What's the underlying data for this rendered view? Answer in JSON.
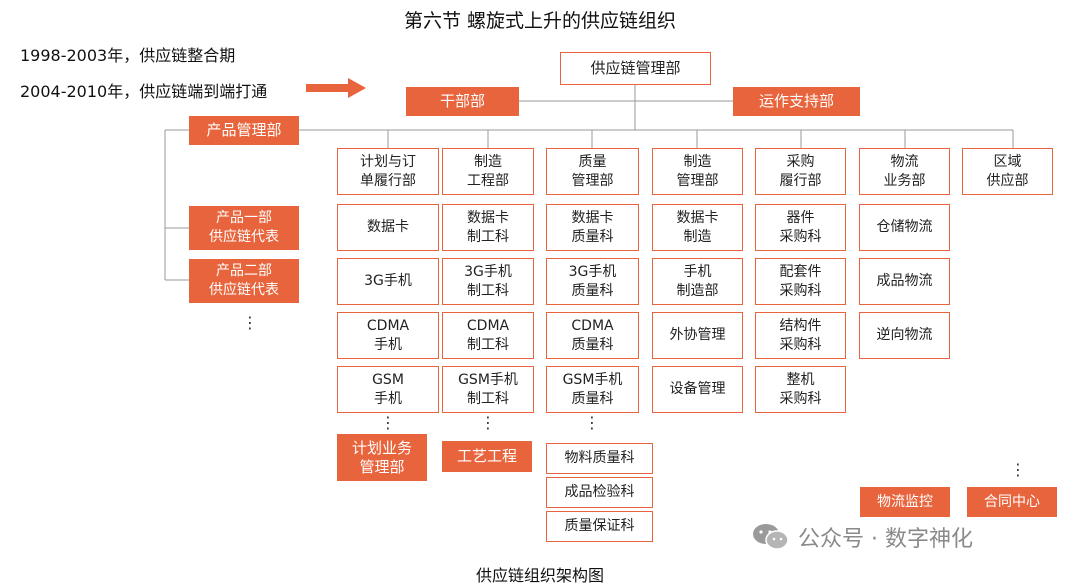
{
  "title": "第六节 螺旋式上升的供应链组织",
  "periods": [
    "1998-2003年，供应链整合期",
    "2004-2010年，供应链端到端打通"
  ],
  "top": "供应链管理部",
  "gan": "干部部",
  "yunzuo": "运作支持部",
  "product_mgmt": "产品管理部",
  "product_reps": [
    "产品一部\n供应链代表",
    "产品二部\n供应链代表"
  ],
  "ellipsis": "⋮",
  "departments": [
    {
      "name": "计划与订\n单履行部",
      "items": [
        "数据卡",
        "3G手机",
        "CDMA\n手机",
        "GSM\n手机"
      ],
      "extra": [
        "计划业务\n管理部"
      ]
    },
    {
      "name": "制造\n工程部",
      "items": [
        "数据卡\n制工科",
        "3G手机\n制工科",
        "CDMA\n制工科",
        "GSM手机\n制工科"
      ],
      "extra": [
        "工艺工程"
      ]
    },
    {
      "name": "质量\n管理部",
      "items": [
        "数据卡\n质量科",
        "3G手机\n质量科",
        "CDMA\n质量科",
        "GSM手机\n质量科"
      ],
      "extra": [
        "物料质量科",
        "成品检验科",
        "质量保证科"
      ]
    },
    {
      "name": "制造\n管理部",
      "items": [
        "数据卡\n制造",
        "手机\n制造部",
        "外协管理",
        "设备管理"
      ]
    },
    {
      "name": "采购\n履行部",
      "items": [
        "器件\n采购科",
        "配套件\n采购科",
        "结构件\n采购科",
        "整机\n采购科"
      ]
    },
    {
      "name": "物流\n业务部",
      "items": [
        "仓储物流",
        "成品物流",
        "逆向物流"
      ]
    },
    {
      "name": "区域\n供应部",
      "items": []
    }
  ],
  "bottom_right": [
    "物流监控",
    "合同中心"
  ],
  "caption": "供应链组织架构图",
  "watermark": "公众号 · 数字神化",
  "colors": {
    "accent": "#e8643c",
    "line": "#9a9a9a",
    "watermark": "#8a8a8a"
  }
}
